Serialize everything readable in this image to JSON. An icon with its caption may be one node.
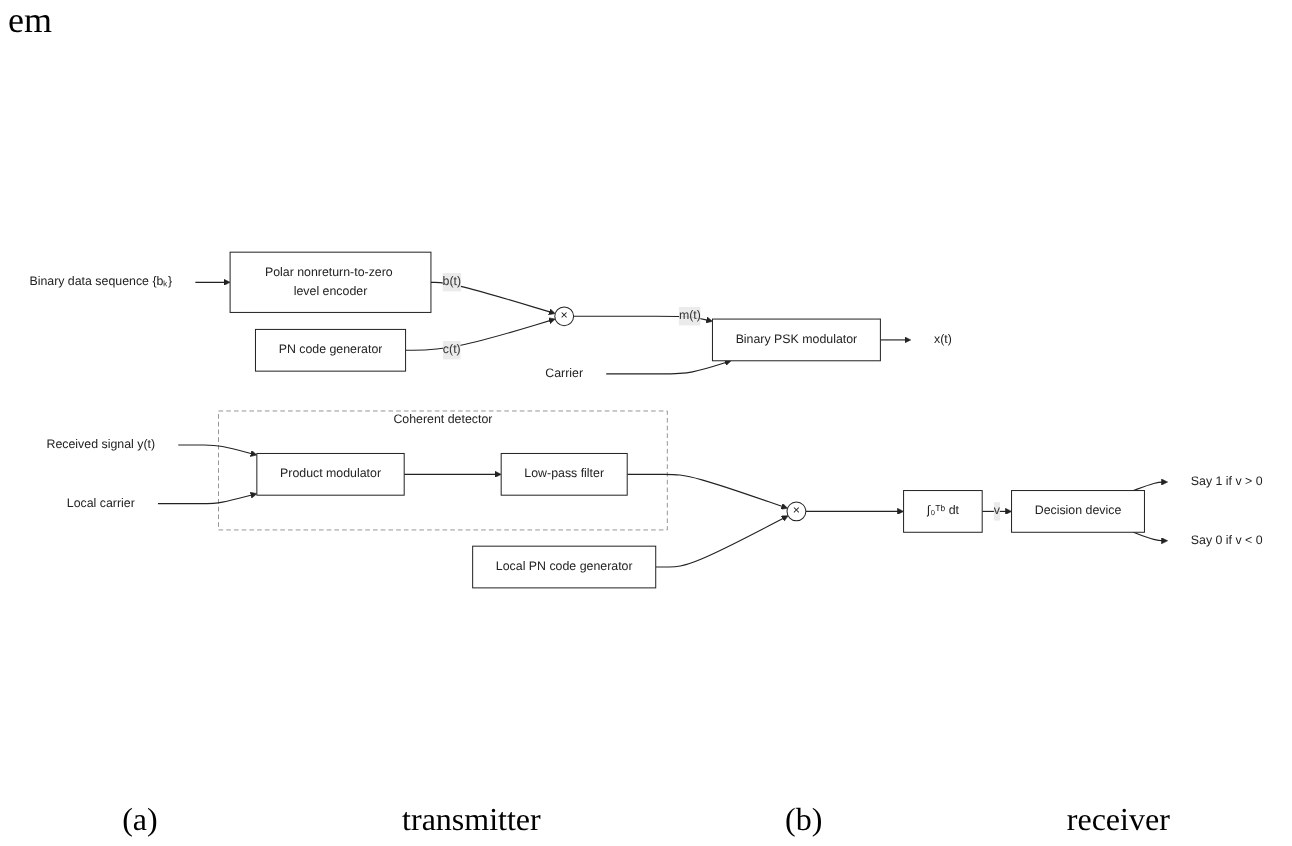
{
  "diagram": {
    "nodes": [
      {
        "text": [
          "Binary data sequence {bₖ}"
        ]
      },
      {
        "text": [
          "Polar nonreturn-to-zero level encoder"
        ]
      },
      {
        "text": [
          "×"
        ]
      },
      {
        "text": [
          "PN code generator"
        ]
      },
      {
        "text": [
          "Binary PSK modulator"
        ]
      },
      {
        "text": [
          "Carrier"
        ]
      },
      {
        "text": [
          "x(t)"
        ]
      },
      {
        "text": [
          "Received signal y(t)"
        ]
      },
      {
        "text": [
          "Coherent detector"
        ]
      },
      {
        "text": [
          "Product modulator"
        ],
        "in": 8
      },
      {
        "text": [
          "Low-pass filter"
        ],
        "in": 8
      },
      {
        "text": [
          "Local carrier"
        ]
      },
      {
        "text": [
          "×"
        ]
      },
      {
        "text": [
          "Local PN code generator"
        ]
      },
      {
        "text": [
          "∫₀ᵀᵇ dt"
        ]
      },
      {
        "text": [
          "Decision device"
        ]
      },
      {
        "text": [
          "Say 1 if v > 0"
        ]
      },
      {
        "text": [
          "Say 0 if v < 0"
        ]
      }
    ],
    "edges": [
      {
        "from": 0,
        "to": 1,
        "arrow": "to"
      },
      {
        "from": 1,
        "to": 2,
        "arrow": "to",
        "label": "b(t)"
      },
      {
        "from": 3,
        "to": 2,
        "arrow": "to",
        "label": "c(t)"
      },
      {
        "from": 2,
        "to": 4,
        "arrow": "to",
        "label": "m(t)"
      },
      {
        "from": 5,
        "to": 4,
        "arrow": "to"
      },
      {
        "from": 4,
        "to": 6,
        "arrow": "to"
      },
      {
        "from": 7,
        "to": 9,
        "arrow": "to"
      },
      {
        "from": 9,
        "to": 10,
        "arrow": "to"
      },
      {
        "from": 11,
        "to": 9,
        "arrow": "to"
      },
      {
        "from": 10,
        "to": 12,
        "arrow": "to"
      },
      {
        "from": 13,
        "to": 12,
        "arrow": "to"
      },
      {
        "from": 12,
        "to": 14,
        "arrow": "to"
      },
      {
        "from": 14,
        "to": 15,
        "arrow": "to",
        "label": "v"
      },
      {
        "from": 15,
        "to": 16,
        "arrow": "to"
      },
      {
        "from": 15,
        "to": 17,
        "arrow": "to"
      }
    ],
    "labels": [
      "em",
      "(a)",
      "transmitter",
      "(b)",
      "receiver"
    ]
  }
}
